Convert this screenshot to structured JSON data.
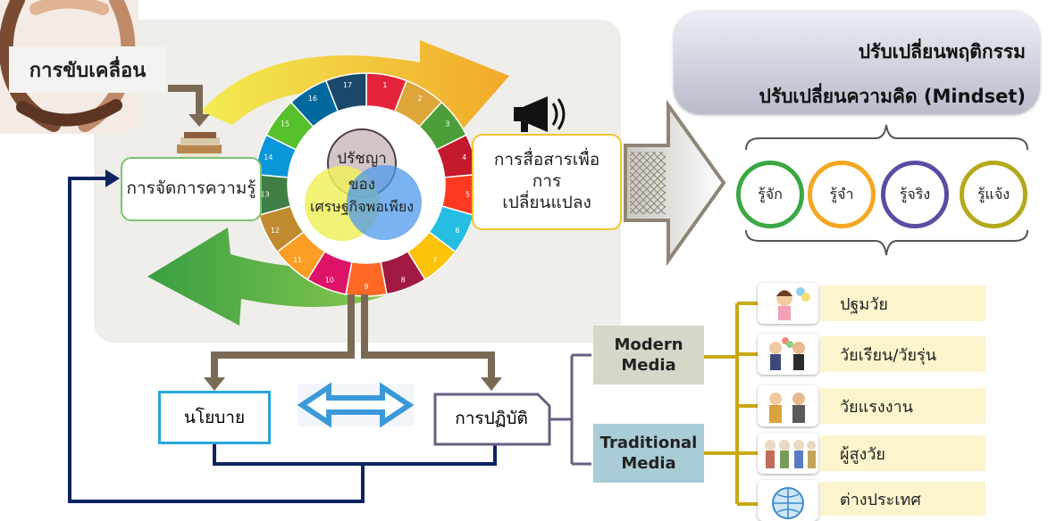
{
  "title_label": "การขับเคลื่อน",
  "knowledge_box": "การจัดการความรู้",
  "venn": {
    "top": "ปรัชญา",
    "mid": "ของ",
    "bottom": "เศรษฐกิจพอเพียง"
  },
  "communication_box": "การสื่อสารเพื่อการเปลี่ยนแปลง",
  "policy_box": "นโยบาย",
  "practice_box": "การปฏิบัติ",
  "mindset_banner": {
    "line1": "ปรับเปลี่ยนพฤติกรรม",
    "line2": "ปรับเปลี่ยนความคิด (Mindset)"
  },
  "awareness_stages": [
    "รู้จัก",
    "รู้จำ",
    "รู้จริง",
    "รู้แจ้ง"
  ],
  "media": {
    "modern": "Modern Media",
    "traditional": "Traditional Media"
  },
  "target_groups": [
    "ปฐมวัย",
    "วัยเรียน/วัยรุ่น",
    "วัยแรงงาน",
    "ผู้สูงวัย",
    "ต่างประเทศ"
  ],
  "sdg_numbers": [
    "1",
    "2",
    "3",
    "4",
    "5",
    "6",
    "7",
    "8",
    "9",
    "10",
    "11",
    "12",
    "13",
    "14",
    "15",
    "16",
    "17"
  ],
  "colors": {
    "policy_border": "#28a6d9",
    "practice_border": "#6a5e82",
    "navy_connector": "#0d2461",
    "brown_connector": "#7a6a55",
    "gold_connector": "#c9a914",
    "modern_media_bg": "#d3d8c8",
    "traditional_media_bg": "#a9ccd6"
  }
}
